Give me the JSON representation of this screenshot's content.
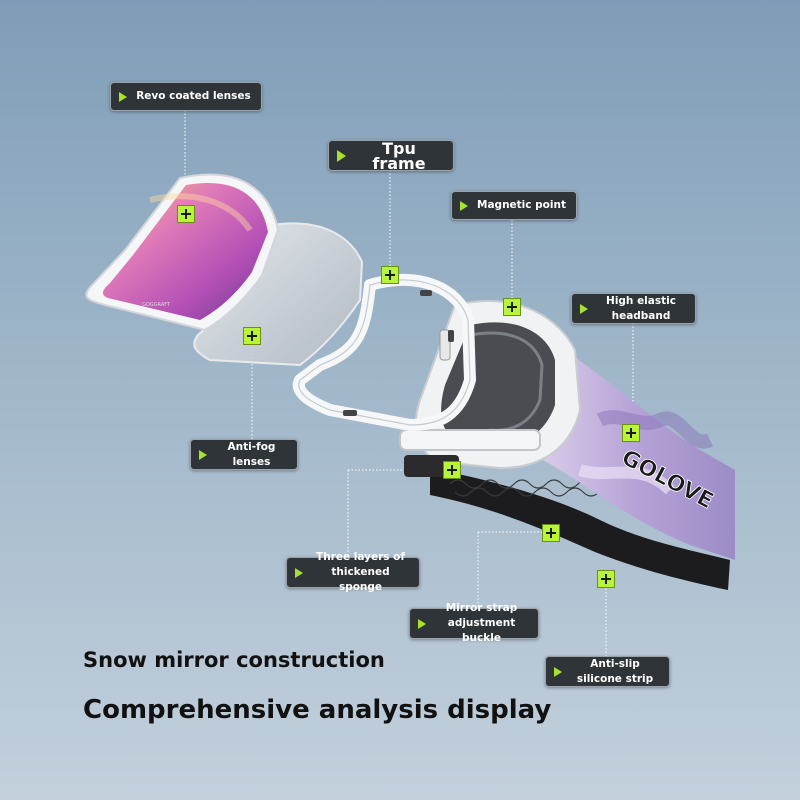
{
  "callouts": [
    {
      "id": "revo-coated-lenses",
      "text": "Revo coated lenses"
    },
    {
      "id": "tpu-frame",
      "text": "Tpu frame"
    },
    {
      "id": "magnetic-point",
      "text": "Magnetic point"
    },
    {
      "id": "high-elastic-headband",
      "text": "High elastic\nheadband"
    },
    {
      "id": "anti-fog-lenses",
      "text": "Anti-fog\nlenses"
    },
    {
      "id": "three-layers-sponge",
      "text": "Three layers of\nthickened sponge"
    },
    {
      "id": "mirror-strap-buckle",
      "text": "Mirror strap\nadjustment buckle"
    },
    {
      "id": "anti-slip-strip",
      "text": "Anti-slip\nsilicone strip"
    }
  ],
  "headings": {
    "line1": "Snow mirror construction",
    "line2": "Comprehensive analysis display"
  },
  "lens_brand_mark": "GOGGRAFT",
  "strap_graphic_text": "GOLOVE",
  "colors": {
    "background_top": "#7f9db8",
    "background_bottom": "#c3d0dc",
    "label_bg": "#2e3438",
    "marker_green": "#b8f53a",
    "lens_pink": "#d05bb5",
    "strap_lavender": "#c9b6e0"
  }
}
